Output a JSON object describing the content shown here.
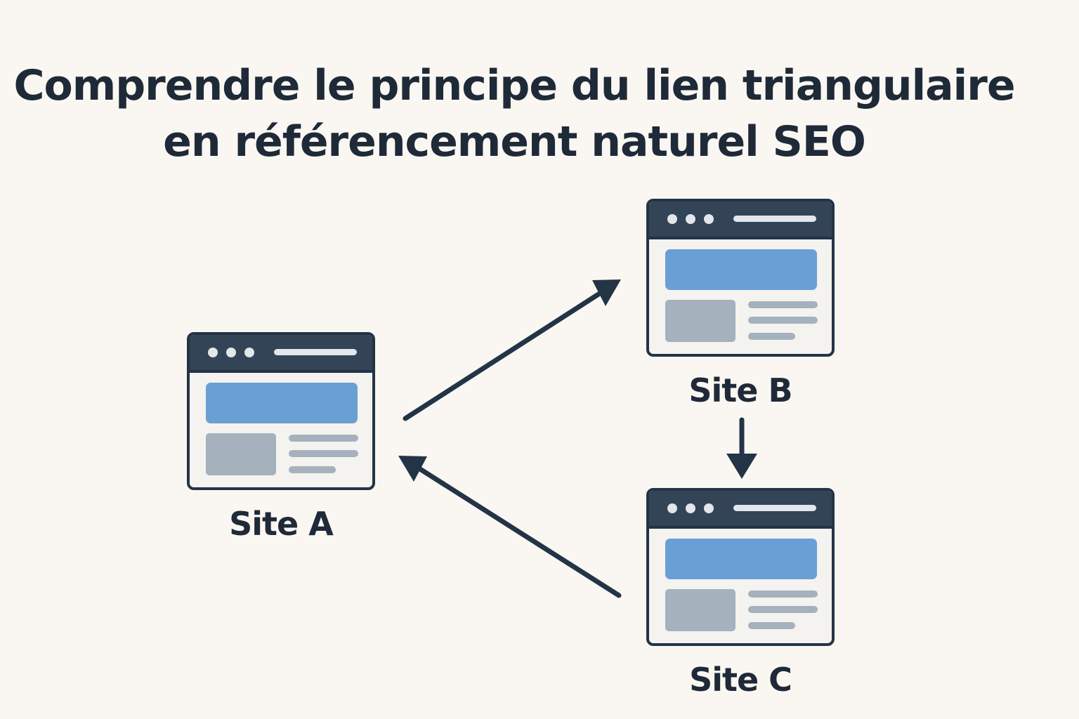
{
  "title": {
    "line1": "Comprendre le principe du lien triangulaire",
    "line2": "en référencement naturel SEO"
  },
  "sites": [
    {
      "label": "Site A"
    },
    {
      "label": "Site B"
    },
    {
      "label": "Site C"
    }
  ],
  "links": [
    {
      "from": "Site A",
      "to": "Site B"
    },
    {
      "from": "Site B",
      "to": "Site C"
    },
    {
      "from": "Site C",
      "to": "Site A"
    }
  ],
  "colors": {
    "background": "#faf7f2",
    "ink": "#1f2a38",
    "window_bar": "#334457",
    "hero_block": "#6a9fd6",
    "placeholder_grey": "#a5b1bd"
  }
}
